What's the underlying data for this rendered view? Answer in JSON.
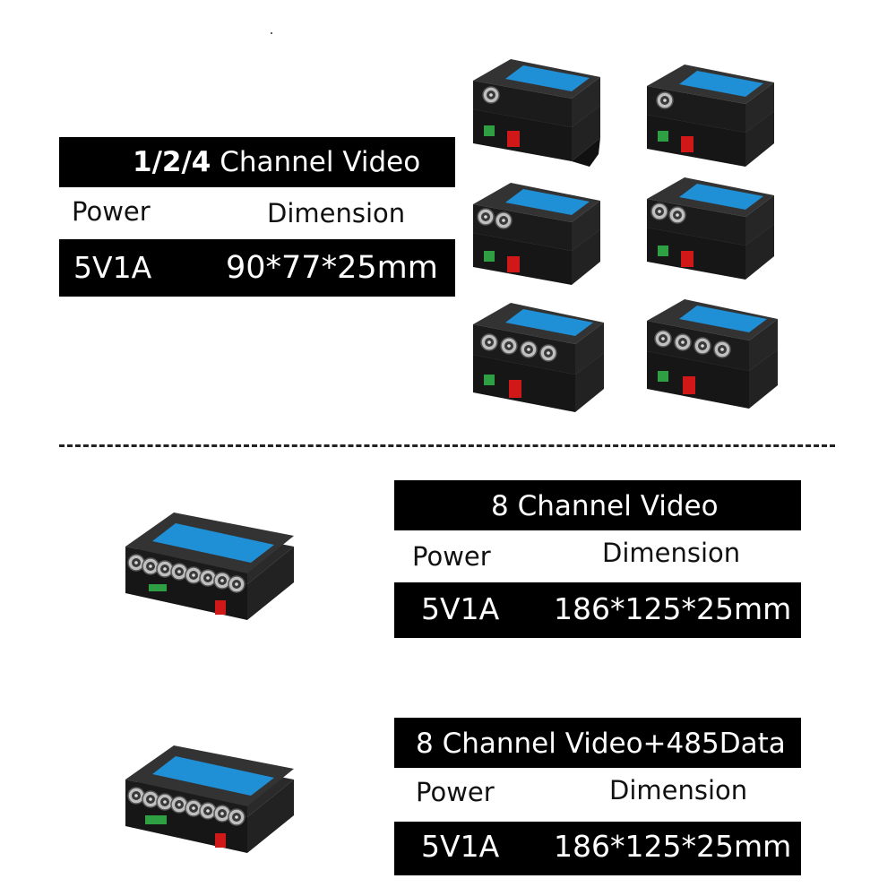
{
  "sections": [
    {
      "title_bold": "1/2/4",
      "title_rest": " Channel Video",
      "power_label": "Power",
      "dimension_label": "Dimension",
      "power_value": "5V1A",
      "dimension_value": "90*77*25mm"
    },
    {
      "title": "8 Channel Video",
      "power_label": "Power",
      "dimension_label": "Dimension",
      "power_value": "5V1A",
      "dimension_value": "186*125*25mm"
    },
    {
      "title": "8 Channel Video+485Data",
      "power_label": "Power",
      "dimension_label": "Dimension",
      "power_value": "5V1A",
      "dimension_value": "186*125*25mm"
    }
  ],
  "colors": {
    "device_body": "#1c1c1c",
    "label_blue": "#1f8fd6",
    "fiber_red": "#d11818",
    "terminal_green": "#2ea043"
  }
}
